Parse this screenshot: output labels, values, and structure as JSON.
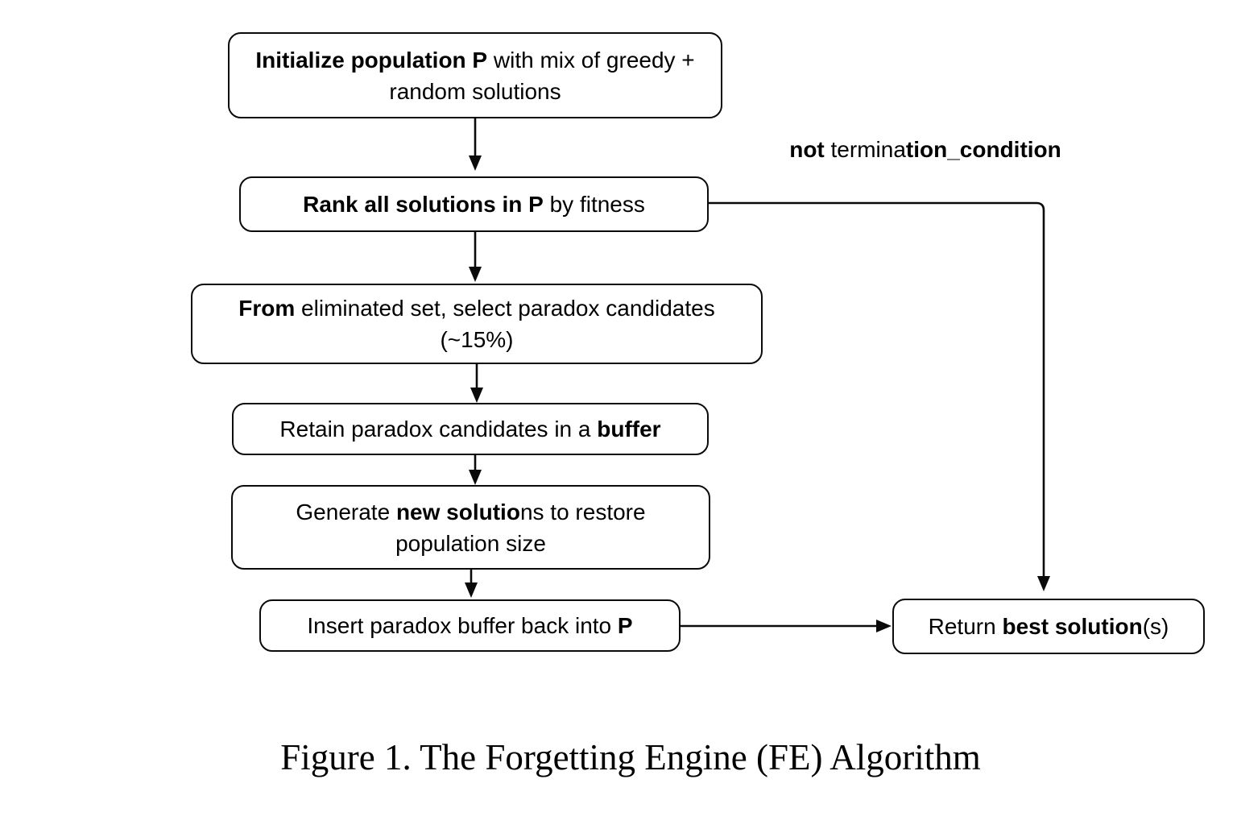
{
  "figure": {
    "caption": "Figure 1. The Forgetting Engine (FE) Algorithm"
  },
  "colors": {
    "stroke": "#0a0a0a",
    "background": "#ffffff",
    "text": "#000000"
  },
  "edge_label": {
    "parts": [
      {
        "text": "not ",
        "bold": true
      },
      {
        "text": "termina",
        "bold": false
      },
      {
        "text": "tion_condition",
        "bold": true
      }
    ]
  },
  "boxes": {
    "init": {
      "parts": [
        {
          "text": "Initialize population P",
          "bold": true
        },
        {
          "text": " with mix of greedy + random solutions",
          "bold": false
        }
      ]
    },
    "rank": {
      "parts": [
        {
          "text": "Rank all solutions in P",
          "bold": true
        },
        {
          "text": " by fitness",
          "bold": false
        }
      ]
    },
    "select": {
      "parts": [
        {
          "text": "From",
          "bold": true
        },
        {
          "text": " eliminated set, select paradox candidates (~15%)",
          "bold": false
        }
      ]
    },
    "retain": {
      "parts": [
        {
          "text": "Retain paradox candidates in a ",
          "bold": false
        },
        {
          "text": "buffer",
          "bold": true
        }
      ]
    },
    "generate": {
      "parts": [
        {
          "text": "Generate ",
          "bold": false
        },
        {
          "text": "new solutio",
          "bold": true
        },
        {
          "text": "ns to restore population size",
          "bold": false
        }
      ]
    },
    "insert": {
      "parts": [
        {
          "text": "Insert paradox buffer back into ",
          "bold": false
        },
        {
          "text": "P",
          "bold": true
        }
      ]
    },
    "return": {
      "parts": [
        {
          "text": "Return ",
          "bold": false
        },
        {
          "text": "best solution",
          "bold": true
        },
        {
          "text": "(s)",
          "bold": false
        }
      ]
    }
  }
}
